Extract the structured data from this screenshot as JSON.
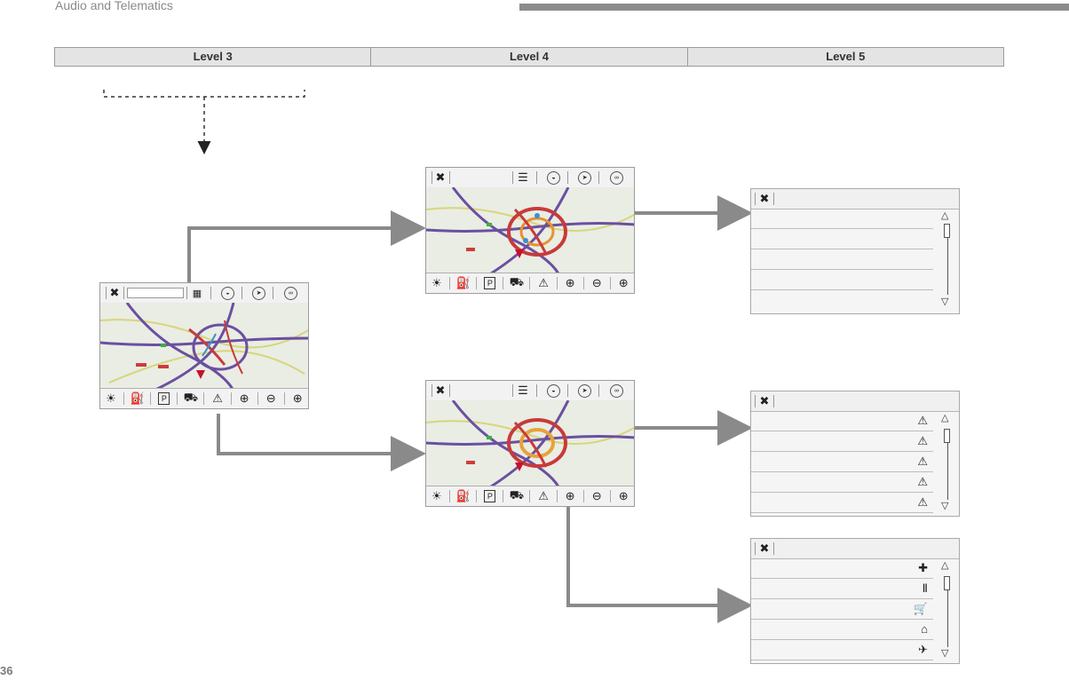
{
  "header": {
    "title": "Audio and Telematics"
  },
  "levels": [
    "Level 3",
    "Level 4",
    "Level 5"
  ],
  "page_number": "36",
  "icons": {
    "close": "✖",
    "list": "☰",
    "warning": "⚠",
    "zoom_out": "⊖",
    "zoom_in": "⊕",
    "plus_circle": "⊕",
    "parking": "P"
  },
  "lists": {
    "warnings": {
      "row_icon": "⚠"
    },
    "poi": {
      "row_icons": [
        "✚",
        "Ⅱ",
        "🛒",
        "⌂",
        "✈"
      ]
    }
  }
}
